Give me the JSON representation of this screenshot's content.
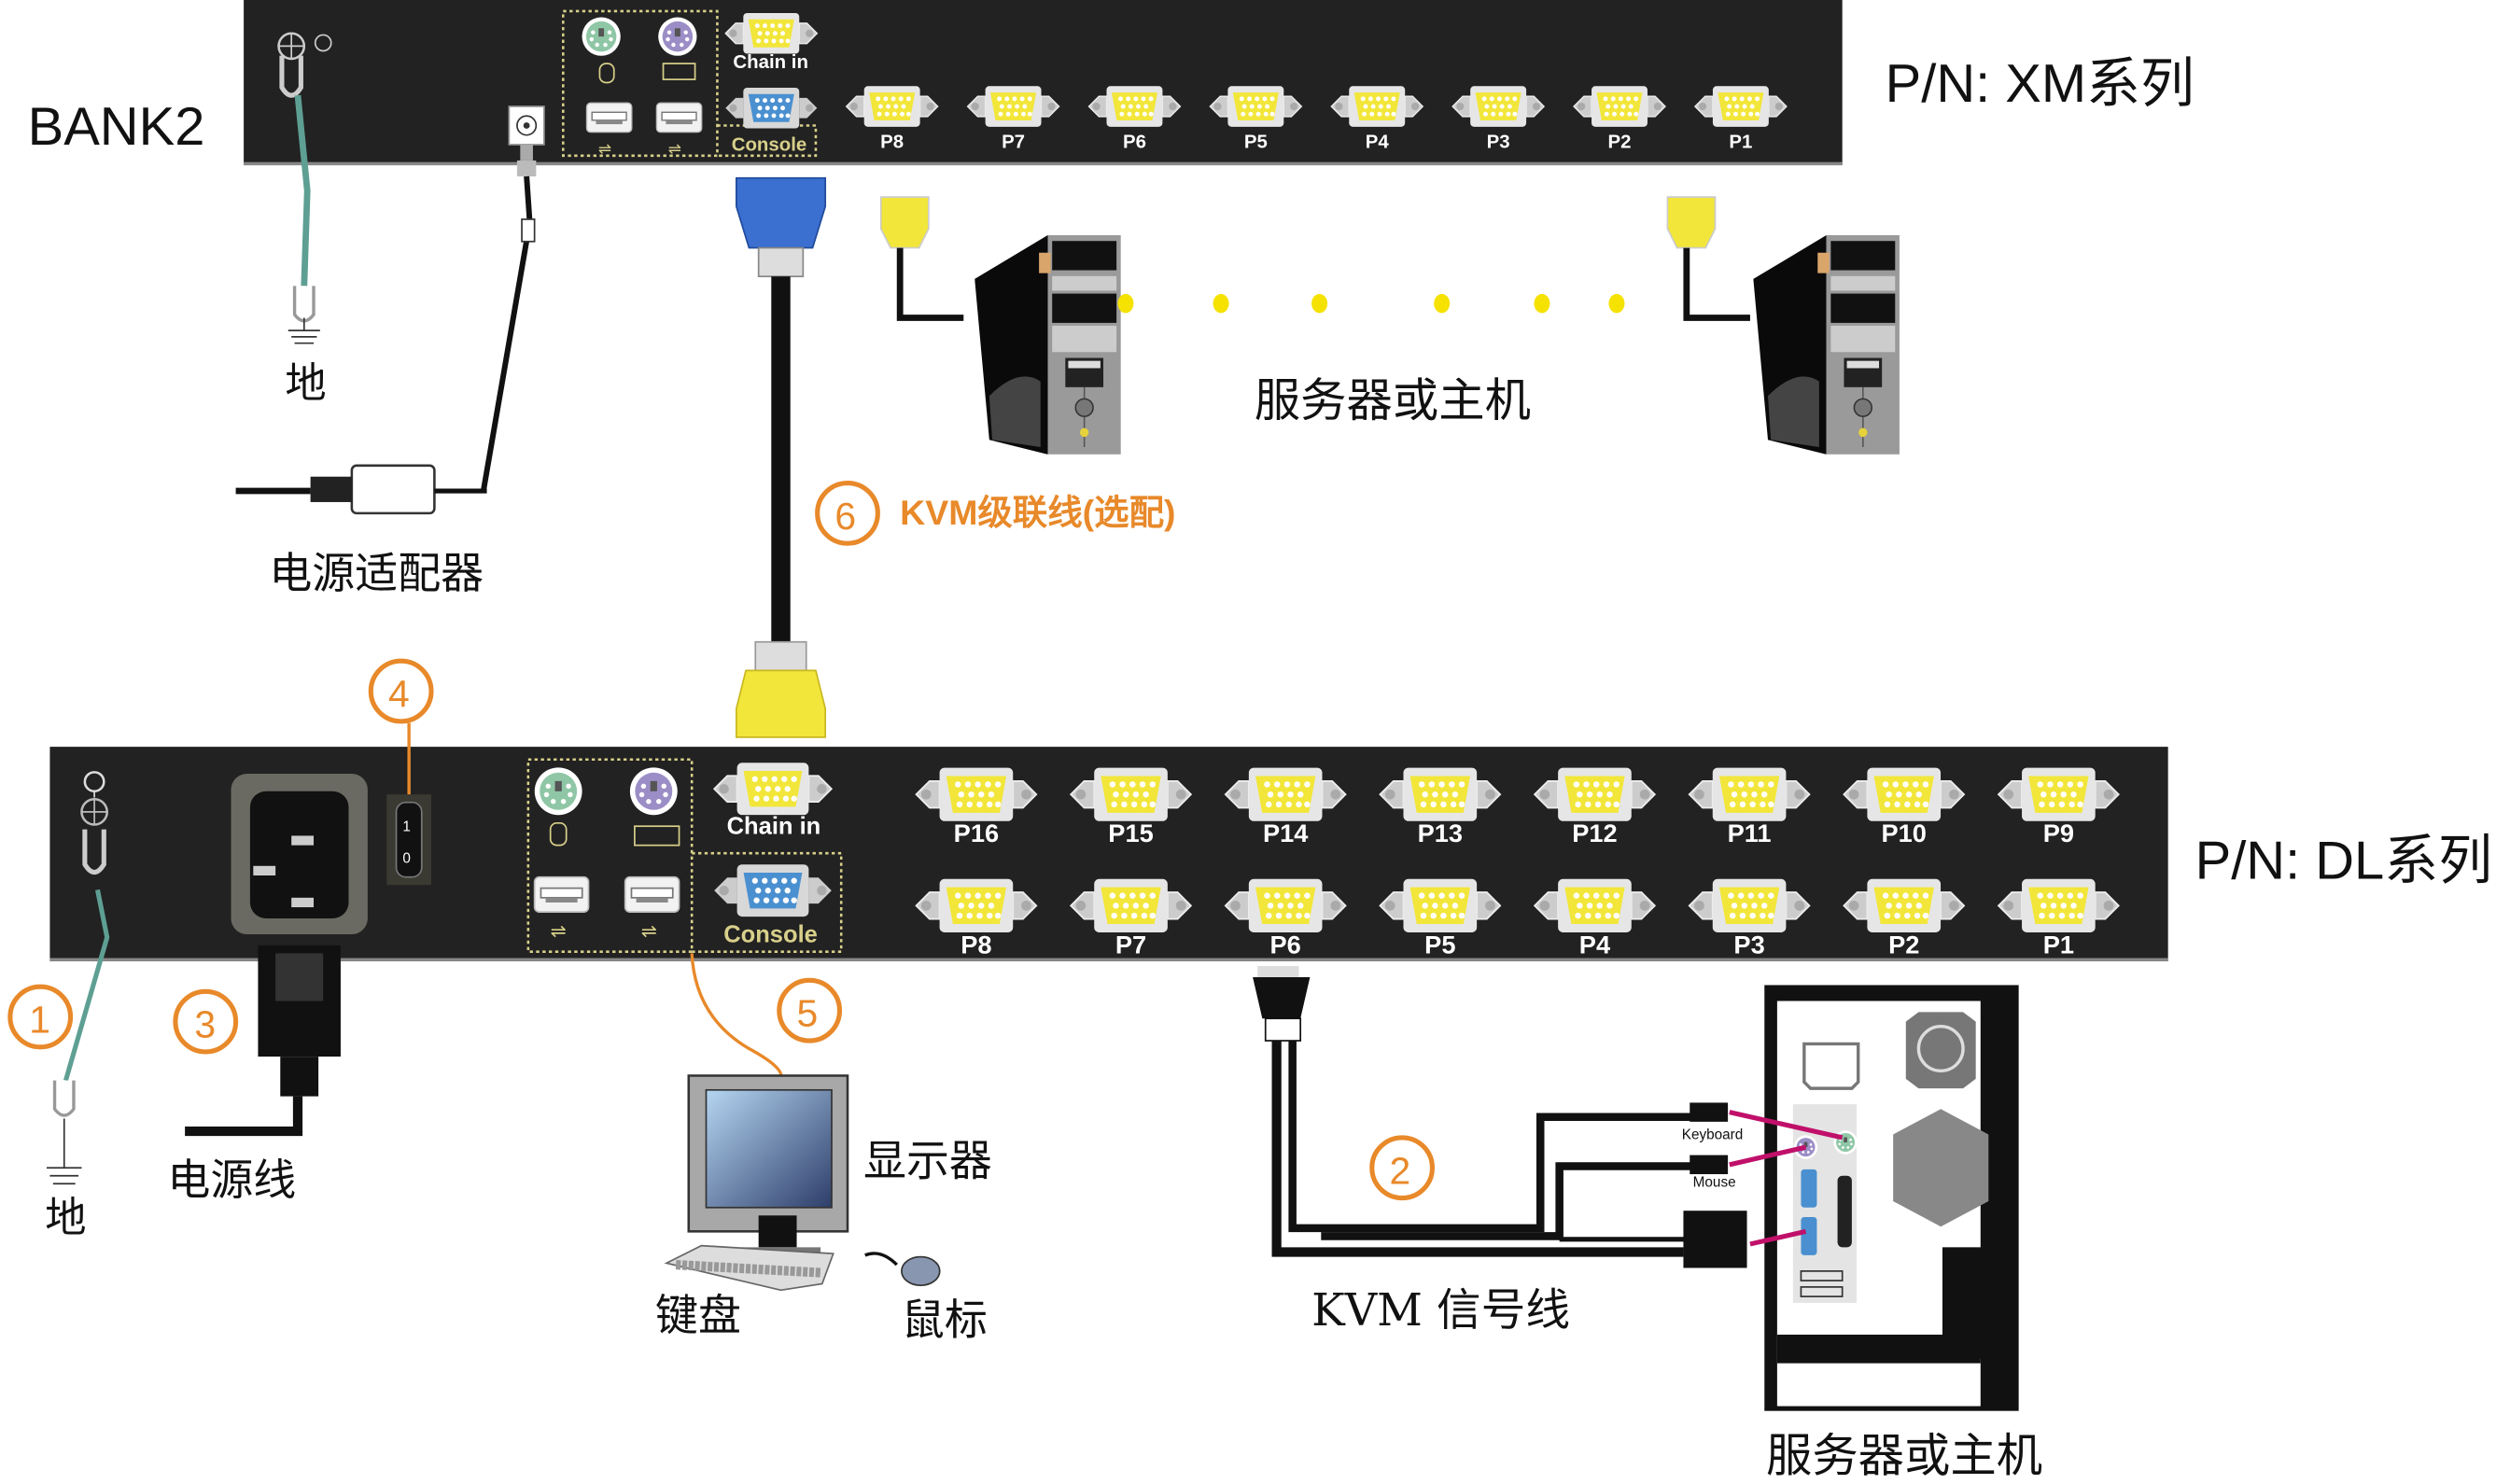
{
  "colors": {
    "panel": "#222222",
    "port_yellow": "#f2e63a",
    "console_blue": "#4a90d0",
    "callout_orange": "#e8892a",
    "ground_wire": "#5e9f93",
    "ps2_mouse": "#8fc7a6",
    "ps2_keyboard": "#9b8ec6",
    "magenta_wire": "#c0106a"
  },
  "top_unit": {
    "bank_label": "BANK2",
    "model_label": "P/N: XM系列",
    "chain_in_label": "Chain in",
    "console_label": "Console",
    "ports": [
      "P8",
      "P7",
      "P6",
      "P5",
      "P4",
      "P3",
      "P2",
      "P1"
    ],
    "ground_label": "地",
    "adapter_label": "电源适配器",
    "servers_label": "服务器或主机"
  },
  "cascade": {
    "callout_number": "6",
    "label": "KVM级联线(选配)"
  },
  "bottom_unit": {
    "model_label": "P/N: DL系列",
    "chain_in_label": "Chain in",
    "console_label": "Console",
    "switch_on": "1",
    "switch_off": "0",
    "ports_top": [
      "P16",
      "P15",
      "P14",
      "P13",
      "P12",
      "P11",
      "P10",
      "P9"
    ],
    "ports_bottom": [
      "P8",
      "P7",
      "P6",
      "P5",
      "P4",
      "P3",
      "P2",
      "P1"
    ]
  },
  "callouts": {
    "c1": "1",
    "c2": "2",
    "c3": "3",
    "c4": "4",
    "c5": "5"
  },
  "labels": {
    "ground": "地",
    "power_cord": "电源线",
    "monitor": "显示器",
    "keyboard": "键盘",
    "mouse": "鼠标",
    "kvm_cable": "KVM 信号线",
    "server": "服务器或主机",
    "pc_keyboard": "Keyboard",
    "pc_mouse": "Mouse"
  }
}
